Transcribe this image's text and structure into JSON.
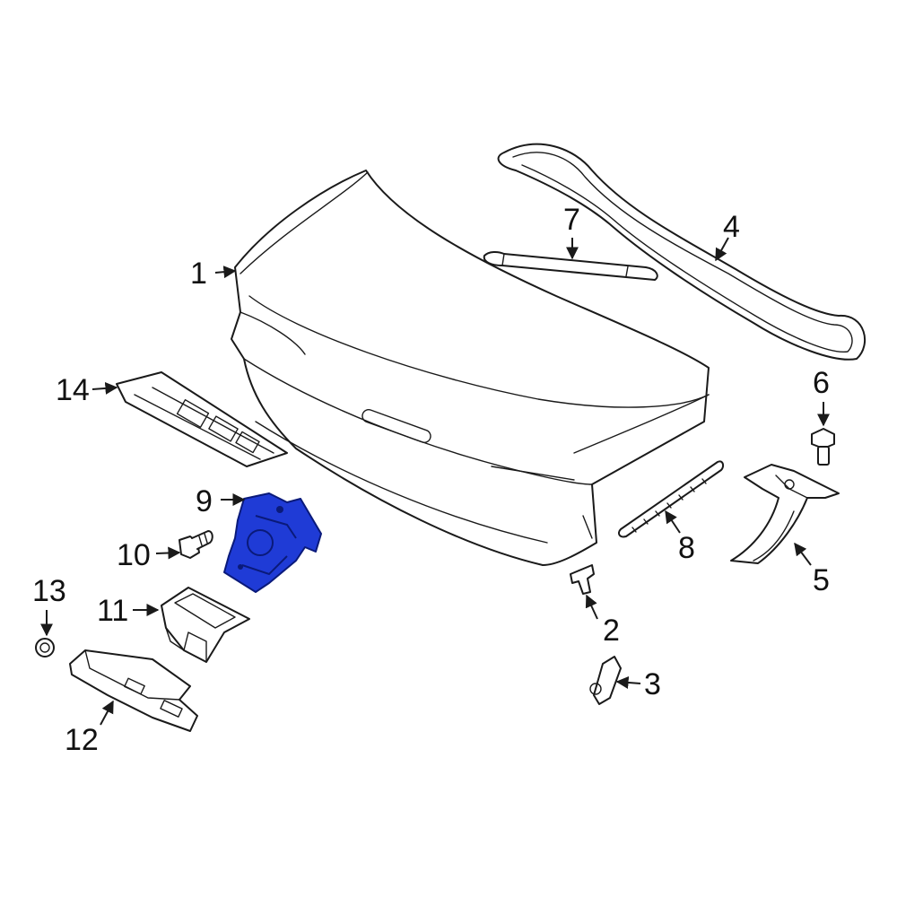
{
  "colors": {
    "line": "#1a1a1a",
    "highlight": "#1f3bd6",
    "highlight_stroke": "#0a1a7a",
    "background": "#ffffff"
  },
  "callouts": [
    {
      "id": "1",
      "label": "1"
    },
    {
      "id": "2",
      "label": "2"
    },
    {
      "id": "3",
      "label": "3"
    },
    {
      "id": "4",
      "label": "4"
    },
    {
      "id": "5",
      "label": "5"
    },
    {
      "id": "6",
      "label": "6"
    },
    {
      "id": "7",
      "label": "7"
    },
    {
      "id": "8",
      "label": "8"
    },
    {
      "id": "9",
      "label": "9"
    },
    {
      "id": "10",
      "label": "10"
    },
    {
      "id": "11",
      "label": "11"
    },
    {
      "id": "12",
      "label": "12"
    },
    {
      "id": "13",
      "label": "13"
    },
    {
      "id": "14",
      "label": "14"
    }
  ],
  "highlighted_part": "9"
}
